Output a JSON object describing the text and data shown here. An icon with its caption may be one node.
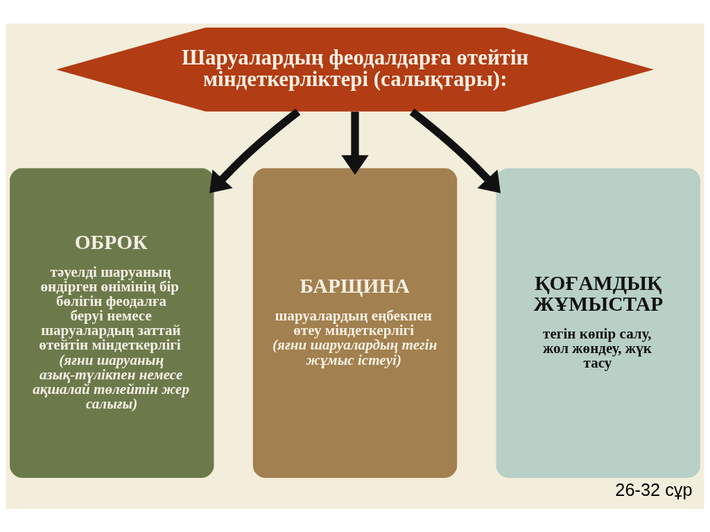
{
  "diagram": {
    "nodes": [
      {
        "text": [
          "Шаруалардың феодалдарға өтейтін міндеткерліктері (салықтары):"
        ]
      },
      {
        "text": [
          "ОБРОК",
          "тәуелді шаруаның өндірген өнімінің бір бөлігін феодалға беруі немесе шаруалардың заттай өтейтін міндеткерлігі",
          "(яғни шаруаның азық-түлікпен немесе ақшалай төлейтін жер салығы)"
        ]
      },
      {
        "text": [
          "БАРЩИНА",
          "шаруалардың еңбекпен өтеу міндеткерлігі",
          "(яғни шаруалардың тегін жұмыс істеуі)"
        ]
      },
      {
        "text": [
          "ҚОҒАМДЫҚ ЖҰМЫСТАР",
          "тегін көпір салу, жол жөндеу, жүк тасу"
        ]
      }
    ],
    "edges": [
      {
        "from": 0,
        "to": 1,
        "arrow": "to"
      },
      {
        "from": 0,
        "to": 2,
        "arrow": "to"
      },
      {
        "from": 0,
        "to": 3,
        "arrow": "to"
      }
    ],
    "caption": "26-32 сұр"
  }
}
